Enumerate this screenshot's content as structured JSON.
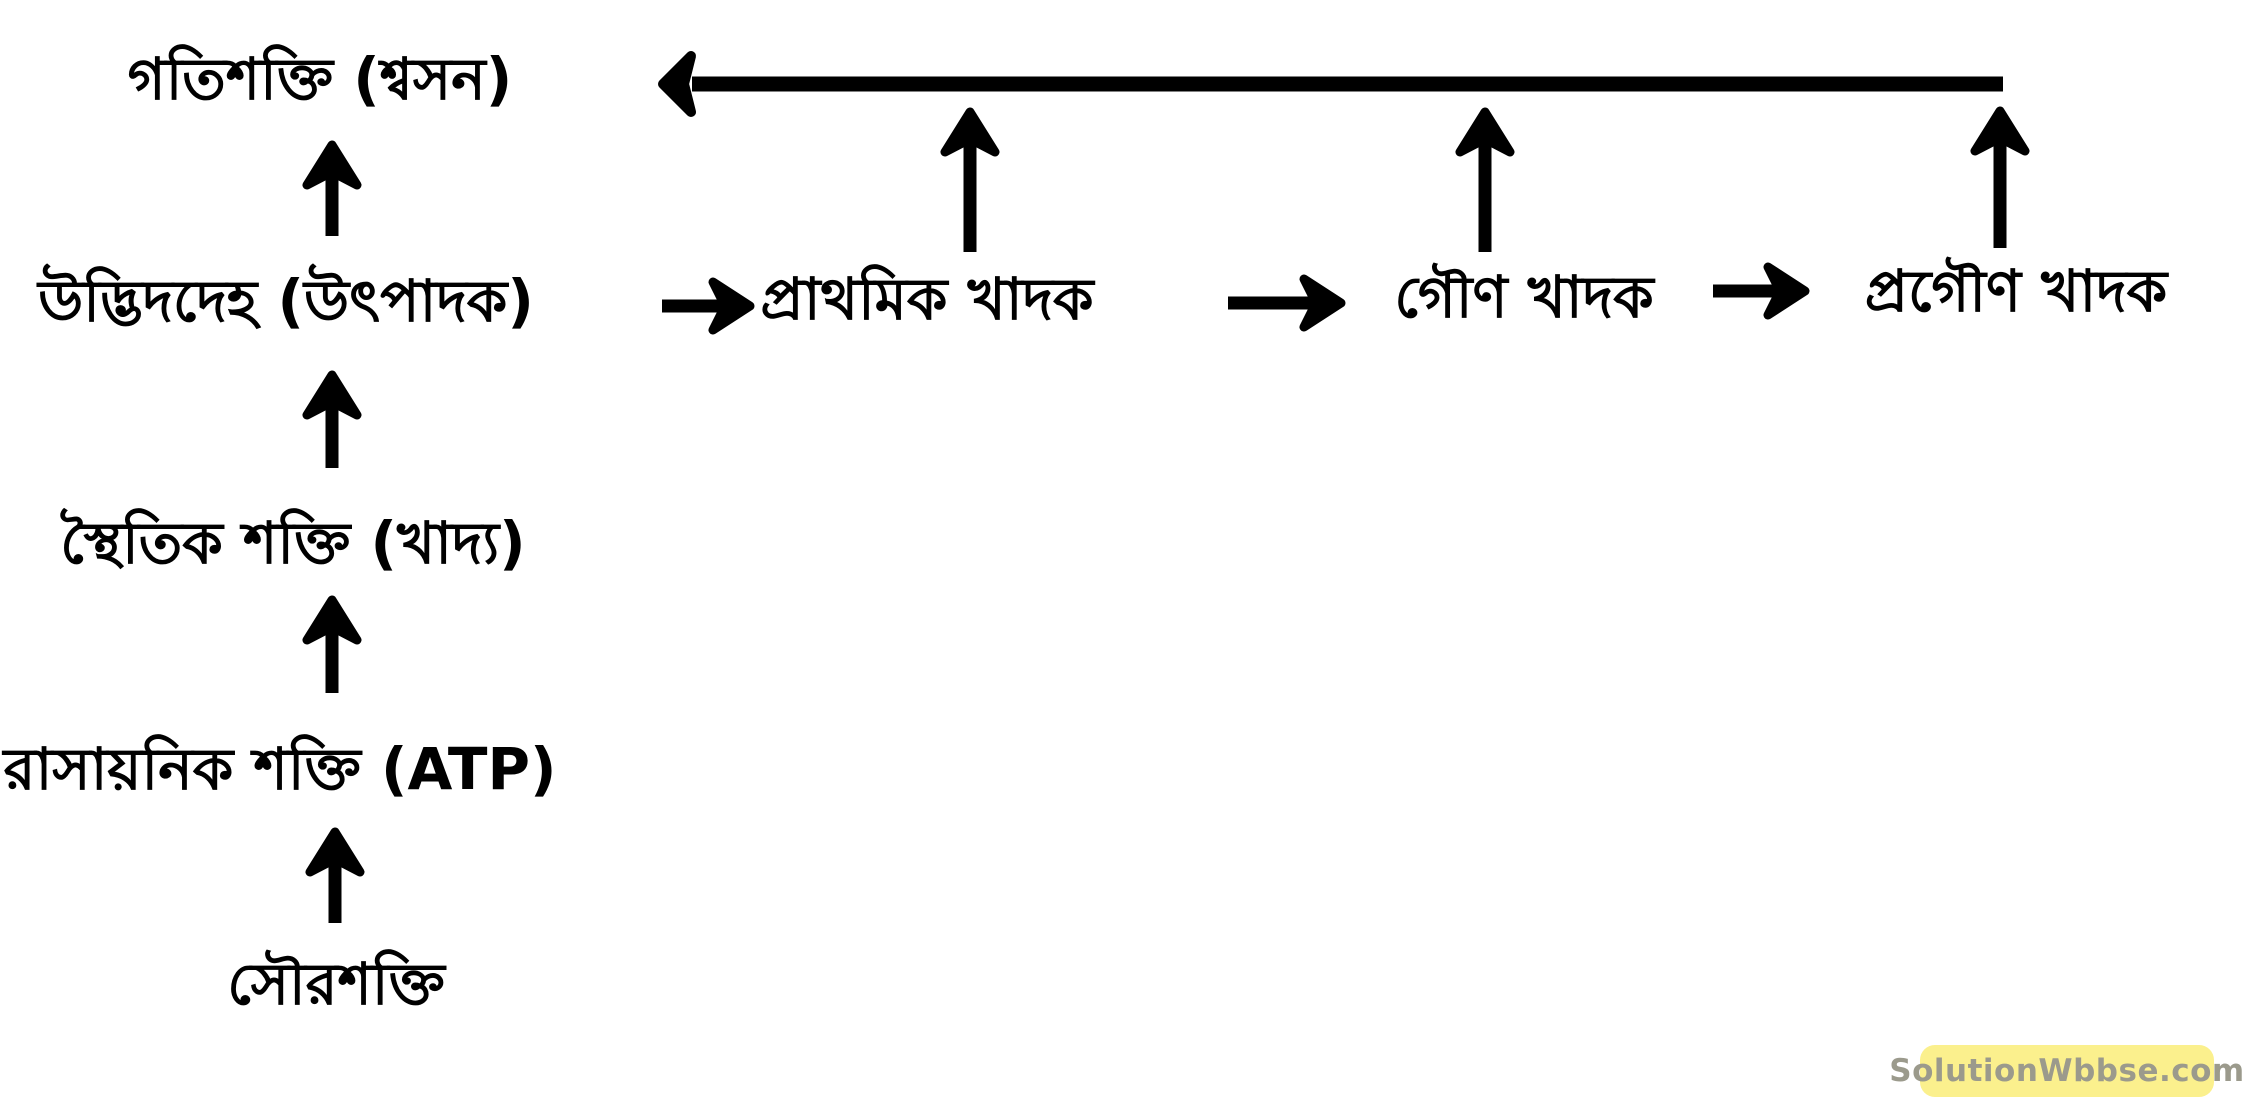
{
  "diagram": {
    "nodes": {
      "kinetic_energy": "গতিশক্তি (শ্বসন)",
      "producer": "উদ্ভিদদেহ (উৎপাদক)",
      "primary_consumer": "প্রাথমিক খাদক",
      "secondary_consumer": "গৌণ খাদক",
      "tertiary_consumer": "প্রগৌণ খাদক",
      "potential_energy": "স্থৈতিক শক্তি (খাদ্য)",
      "chemical_energy": "রাসায়নিক শক্তি (ATP)",
      "solar_energy": "সৌরশক্তি"
    },
    "edges": [
      {
        "from": "সৌরশক্তি",
        "to": "রাসায়নিক শক্তি (ATP)",
        "direction": "up"
      },
      {
        "from": "রাসায়নিক শক্তি (ATP)",
        "to": "স্থৈতিক শক্তি (খাদ্য)",
        "direction": "up"
      },
      {
        "from": "স্থৈতিক শক্তি (খাদ্য)",
        "to": "উদ্ভিদদেহ (উৎপাদক)",
        "direction": "up"
      },
      {
        "from": "উদ্ভিদদেহ (উৎপাদক)",
        "to": "গতিশক্তি (শ্বসন)",
        "direction": "up"
      },
      {
        "from": "উদ্ভিদদেহ (উৎপাদক)",
        "to": "প্রাথমিক খাদক",
        "direction": "right"
      },
      {
        "from": "প্রাথমিক খাদক",
        "to": "গৌণ খাদক",
        "direction": "right"
      },
      {
        "from": "গৌণ খাদক",
        "to": "প্রগৌণ খাদক",
        "direction": "right"
      },
      {
        "from": "প্রাথমিক খাদক",
        "to": "গতিশক্তি (শ্বসন)",
        "direction": "up-to-respiration-line"
      },
      {
        "from": "গৌণ খাদক",
        "to": "গতিশক্তি (শ্বসন)",
        "direction": "up-to-respiration-line"
      },
      {
        "from": "প্রগৌণ খাদক",
        "to": "গতিশক্তি (শ্বসন)",
        "direction": "up-to-respiration-line"
      }
    ],
    "colors": {
      "arrow": "#000000",
      "text": "#000000",
      "background": "#ffffff",
      "badge_background": "#fbf08d",
      "badge_text": "#9b9a8c"
    },
    "watermark": "SolutionWbbse.com"
  }
}
